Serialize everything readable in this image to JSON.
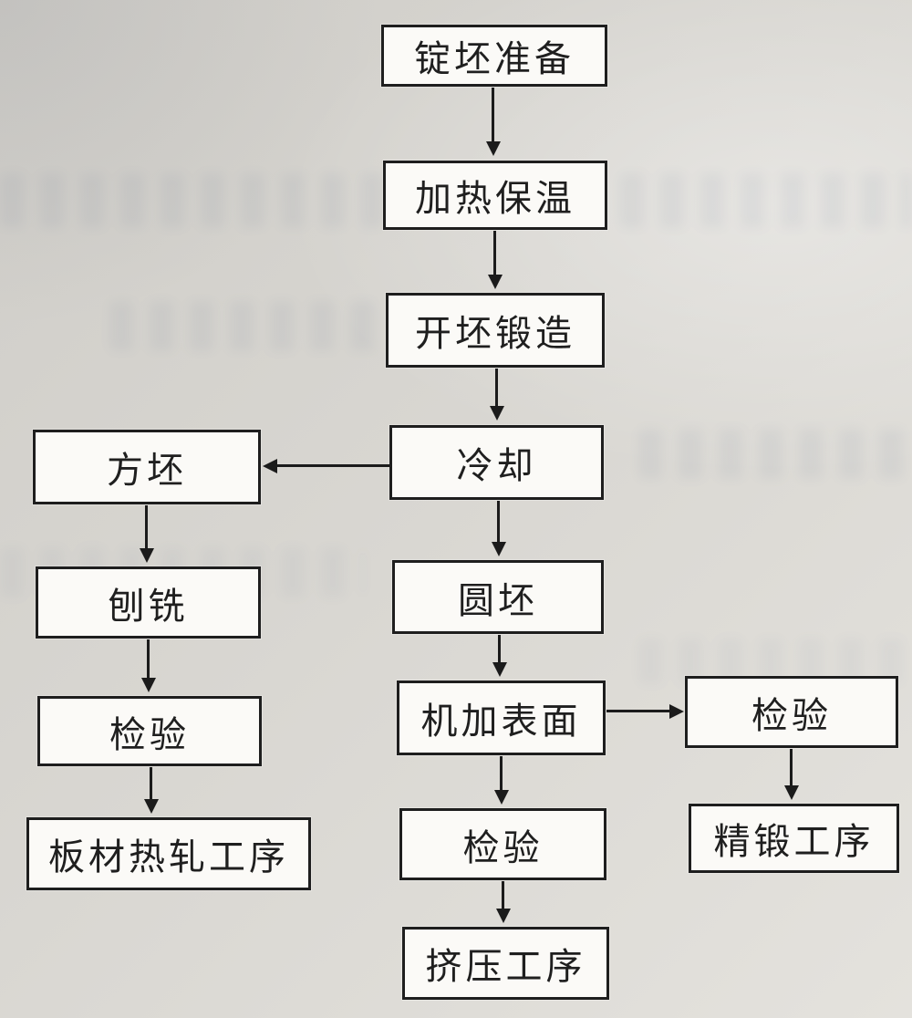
{
  "diagram": {
    "type": "flowchart",
    "description": "Forging / billet processing route flowchart (scanned book figure)",
    "line_color": "#1b1b1b",
    "box_fill": "#fbfaf7",
    "paper_color": "#d8d6d1",
    "nodes": {
      "ingot_prep": "锭坯准备",
      "heating": "加热保温",
      "cogging": "开坯锻造",
      "cooling": "冷却",
      "square_billet": "方坯",
      "round_billet": "圆坯",
      "planing": "刨铣",
      "inspection_left": "检验",
      "plate_rolling": "板材热轧工序",
      "machining": "机加表面",
      "inspection_center": "检验",
      "extrusion": "挤压工序",
      "inspection_right": "检验",
      "precision_forging": "精锻工序"
    },
    "edges": [
      {
        "from": "锭坯准备",
        "to": "加热保温",
        "direction": "down"
      },
      {
        "from": "加热保温",
        "to": "开坯锻造",
        "direction": "down"
      },
      {
        "from": "开坯锻造",
        "to": "冷却",
        "direction": "down"
      },
      {
        "from": "冷却",
        "to": "方坯",
        "direction": "left"
      },
      {
        "from": "冷却",
        "to": "圆坯",
        "direction": "down"
      },
      {
        "from": "方坯",
        "to": "刨铣",
        "direction": "down"
      },
      {
        "from": "刨铣",
        "to": "检验",
        "direction": "down"
      },
      {
        "from": "检验",
        "to": "板材热轧工序",
        "direction": "down"
      },
      {
        "from": "圆坯",
        "to": "机加表面",
        "direction": "down"
      },
      {
        "from": "机加表面",
        "to": "检验",
        "direction": "right"
      },
      {
        "from": "检验",
        "to": "精锻工序",
        "direction": "down"
      },
      {
        "from": "机加表面",
        "to": "检验",
        "direction": "down"
      },
      {
        "from": "检验",
        "to": "挤压工序",
        "direction": "down"
      }
    ]
  }
}
